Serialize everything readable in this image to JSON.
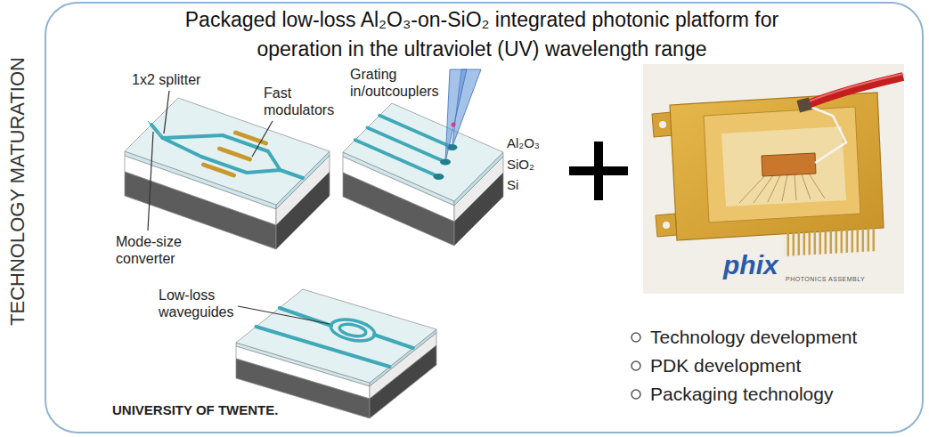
{
  "diagram": {
    "title": "Packaged low-loss Al₂O₃-on-SiO₂ integrated photonic platform for operation in the ultraviolet (UV) wavelength range",
    "nodes": [
      {
        "text": [
          "phix",
          "PHOTONICS ASSEMBLY"
        ]
      }
    ],
    "labels": [
      "TECHNOLOGY MATURATION",
      "1x2 splitter",
      "Fast modulators",
      "Mode-size converter",
      "Grating in/outcouplers",
      "Al₂O₃",
      "SiO₂",
      "Si",
      "Low-loss waveguides",
      "UNIVERSITY OF TWENTE.",
      "Technology development",
      "PDK development",
      "Packaging technology"
    ]
  }
}
